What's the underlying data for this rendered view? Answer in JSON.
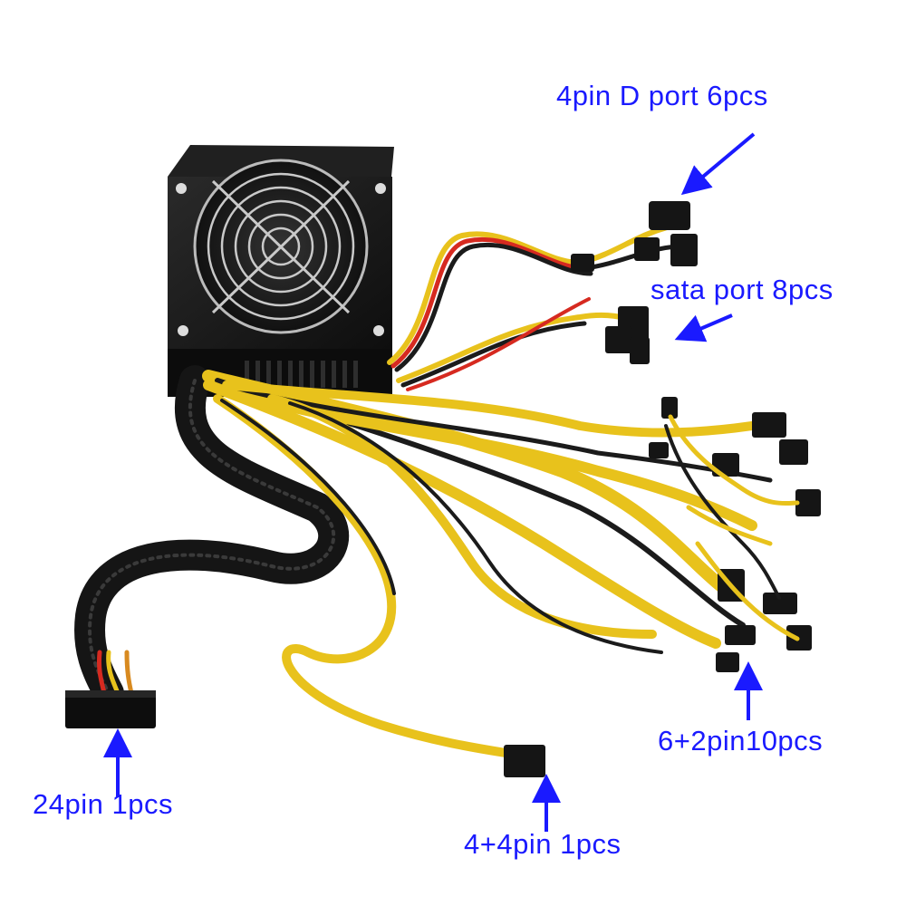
{
  "labels": {
    "molex": "4pin D port 6pcs",
    "sata": "sata port 8pcs",
    "pcie": "6+2pin10pcs",
    "atx24": "24pin 1pcs",
    "cpu": "4+4pin 1pcs"
  },
  "colors": {
    "label": "#1a1aff",
    "arrow": "#1a1aff",
    "psu_body": "#141414",
    "wire_yellow": "#e8c21c",
    "wire_black": "#1b1b1b",
    "wire_red": "#d62a20",
    "fan_grill": "#c9c9c9"
  },
  "icons": [
    "fan-grill-icon",
    "arrow-icon"
  ]
}
